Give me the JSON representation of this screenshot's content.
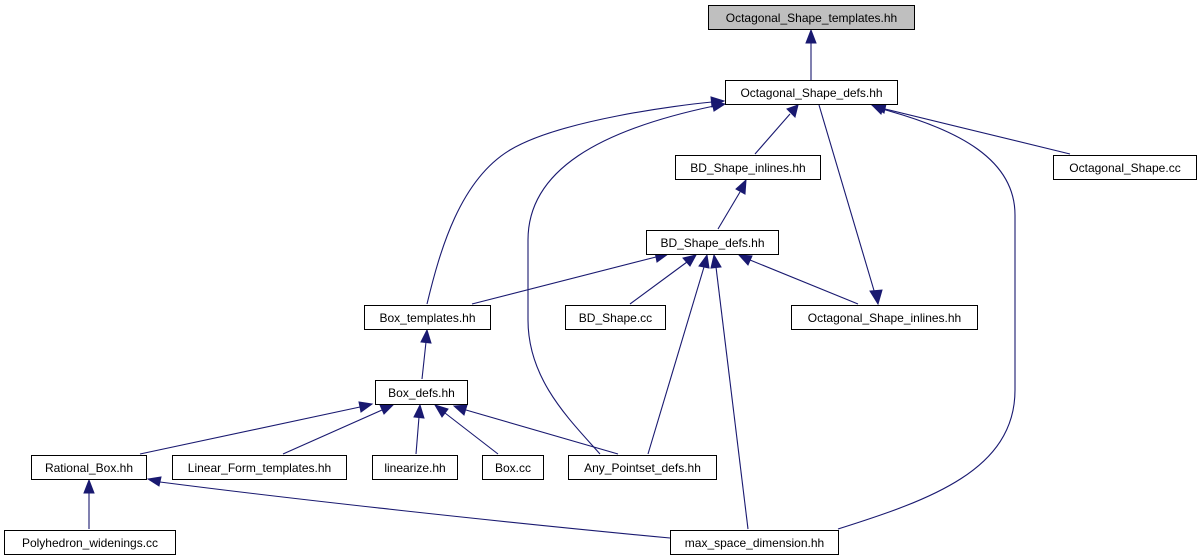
{
  "nodes": {
    "octagonal_shape_templates": "Octagonal_Shape_templates.hh",
    "octagonal_shape_defs": "Octagonal_Shape_defs.hh",
    "bd_shape_inlines": "BD_Shape_inlines.hh",
    "octagonal_shape_cc": "Octagonal_Shape.cc",
    "bd_shape_defs": "BD_Shape_defs.hh",
    "box_templates": "Box_templates.hh",
    "bd_shape_cc": "BD_Shape.cc",
    "octagonal_shape_inlines": "Octagonal_Shape_inlines.hh",
    "box_defs": "Box_defs.hh",
    "rational_box": "Rational_Box.hh",
    "linear_form_templates": "Linear_Form_templates.hh",
    "linearize": "linearize.hh",
    "box_cc": "Box.cc",
    "any_pointset_defs": "Any_Pointset_defs.hh",
    "polyhedron_widenings": "Polyhedron_widenings.cc",
    "max_space_dimension": "max_space_dimension.hh"
  },
  "colors": {
    "edge": "#191970",
    "root_fill": "#bfbfbf",
    "node_fill": "#ffffff",
    "node_border": "#000000"
  }
}
